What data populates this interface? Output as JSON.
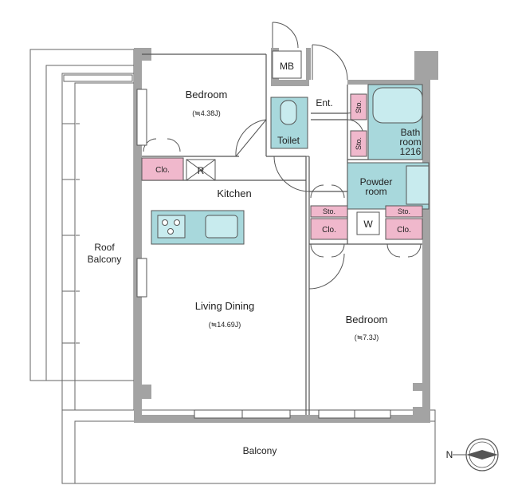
{
  "plan": {
    "rooms": {
      "bedroom_north": {
        "name": "Bedroom",
        "area": "(≒4.38J)"
      },
      "toilet": {
        "name": "Toilet"
      },
      "mb": {
        "name": "MB"
      },
      "entrance": {
        "name": "Ent."
      },
      "bathroom": {
        "name_line1": "Bath",
        "name_line2": "room",
        "name_line3": "1216"
      },
      "powder": {
        "name_line1": "Powder",
        "name_line2": "room"
      },
      "washer": {
        "name": "W"
      },
      "kitchen": {
        "name": "Kitchen"
      },
      "fridge": {
        "name": "R"
      },
      "living": {
        "name": "Living Dining",
        "area": "(≒14.69J)"
      },
      "bedroom_south": {
        "name": "Bedroom",
        "area": "(≒7.3J)"
      },
      "roof_balcony": {
        "name_line1": "Roof",
        "name_line2": "Balcony"
      },
      "balcony": {
        "name": "Balcony"
      }
    },
    "storage": {
      "closet_label": "Clo.",
      "storage_label": "Sto."
    },
    "compass": {
      "letter": "N"
    },
    "colors": {
      "wall": "#a3a3a3",
      "wet_area": "#a8d8dc",
      "closet": "#f0b8cc",
      "line": "#555555"
    }
  }
}
